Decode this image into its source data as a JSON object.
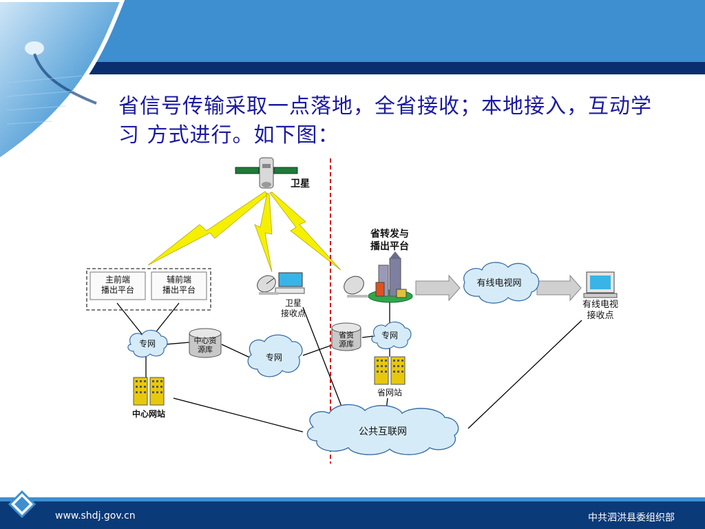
{
  "title": "省信号传输采取一点落地，全省接收；本地接入，互动学习 方式进行。如下图：",
  "diagram": {
    "satellite": "卫星",
    "main_frontend": [
      "主前端",
      "播出平台"
    ],
    "aux_frontend": [
      "辅前端",
      "播出平台"
    ],
    "satellite_receiver": [
      "卫星",
      "接收点"
    ],
    "provincial_platform": [
      "省转发与",
      "播出平台"
    ],
    "cable_tv_network": "有线电视网",
    "cable_tv_receiver": [
      "有线电视",
      "接收点"
    ],
    "private_net_left": "专网",
    "private_net_middle": "专网",
    "private_net_right": "专网",
    "center_resource_db": [
      "中心资",
      "源库"
    ],
    "provincial_resource_db": [
      "省资",
      "源库"
    ],
    "center_website": "中心网站",
    "provincial_website": "省网站",
    "public_internet": "公共互联网"
  },
  "footer": {
    "url": "www.shdj.gov.cn",
    "org": "中共泗洪县委组织部"
  },
  "colors": {
    "header_blue": "#3d8fd0",
    "header_dark": "#0b2f6e",
    "title_text": "#1a1aa0",
    "lightning_yellow": "#f4f000",
    "cloud_fill": "#d6ebf8",
    "divider_red": "#d40000"
  }
}
